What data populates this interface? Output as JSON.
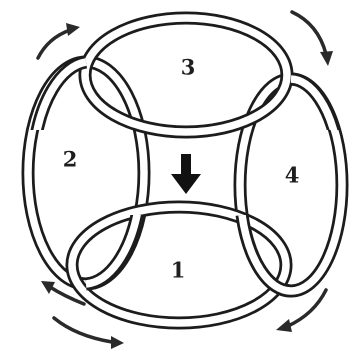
{
  "diagram": {
    "rings": [
      {
        "label": "1"
      },
      {
        "label": "2"
      },
      {
        "label": "3"
      },
      {
        "label": "4"
      }
    ]
  }
}
